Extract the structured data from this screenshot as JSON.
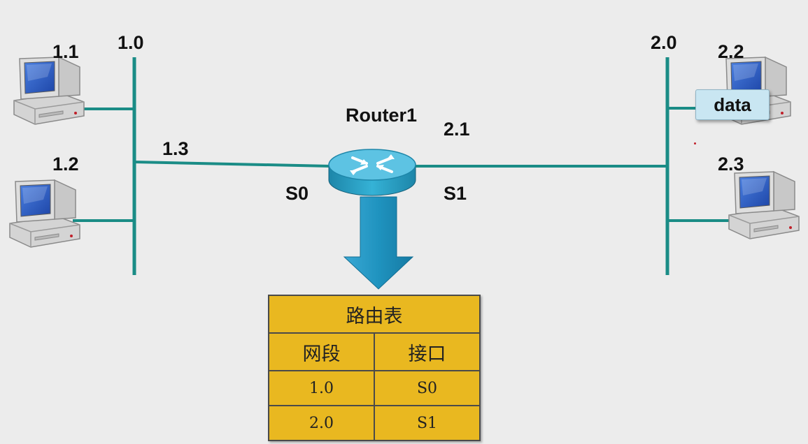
{
  "network": {
    "left_segment": "1.0",
    "right_segment": "2.0",
    "hosts": {
      "h11": "1.1",
      "h12": "1.2",
      "h22": "2.2",
      "h23": "2.3"
    },
    "router": {
      "name": "Router1",
      "left_addr": "1.3",
      "right_addr": "2.1",
      "left_if": "S0",
      "right_if": "S1"
    },
    "packet_label": "data"
  },
  "routing_table": {
    "title": "路由表",
    "headers": [
      "网段",
      "接口"
    ],
    "rows": [
      [
        "1.0",
        "S0"
      ],
      [
        "2.0",
        "S1"
      ]
    ]
  },
  "colors": {
    "cable": "#1a8c86",
    "router_body": "#2aa3c9",
    "arrow": "#1f93bf",
    "table_fill": "#e9b820",
    "packet_fill": "#c9e6f2"
  }
}
